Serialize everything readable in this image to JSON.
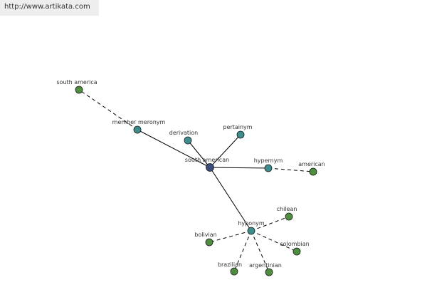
{
  "header": {
    "url": "http://www.artikata.com"
  },
  "colors": {
    "center": "#3d4b7a",
    "relation": "#3f8e8e",
    "word": "#4f8e3f",
    "edge": "#000000"
  },
  "nodes": {
    "south_american": {
      "label": "south american",
      "kind": "center"
    },
    "member_meronym": {
      "label": "member meronym",
      "kind": "relation"
    },
    "derivation": {
      "label": "derivation",
      "kind": "relation"
    },
    "pertainym": {
      "label": "pertainym",
      "kind": "relation"
    },
    "hypernym": {
      "label": "hypernym",
      "kind": "relation"
    },
    "hyponym": {
      "label": "hyponym",
      "kind": "relation"
    },
    "south_america": {
      "label": "south america",
      "kind": "word"
    },
    "american": {
      "label": "american",
      "kind": "word"
    },
    "chilean": {
      "label": "chilean",
      "kind": "word"
    },
    "bolivian": {
      "label": "bolivian",
      "kind": "word"
    },
    "colombian": {
      "label": "colombian",
      "kind": "word"
    },
    "brazilian": {
      "label": "brazilian",
      "kind": "word"
    },
    "argentinian": {
      "label": "argentinian",
      "kind": "word"
    }
  },
  "edges": [
    {
      "from": "south_american",
      "to": "member_meronym",
      "style": "solid"
    },
    {
      "from": "south_american",
      "to": "derivation",
      "style": "solid"
    },
    {
      "from": "south_american",
      "to": "pertainym",
      "style": "solid"
    },
    {
      "from": "south_american",
      "to": "hypernym",
      "style": "solid"
    },
    {
      "from": "south_american",
      "to": "hyponym",
      "style": "solid"
    },
    {
      "from": "member_meronym",
      "to": "south_america",
      "style": "dashed"
    },
    {
      "from": "hypernym",
      "to": "american",
      "style": "dashed"
    },
    {
      "from": "hyponym",
      "to": "chilean",
      "style": "dashed"
    },
    {
      "from": "hyponym",
      "to": "bolivian",
      "style": "dashed"
    },
    {
      "from": "hyponym",
      "to": "colombian",
      "style": "dashed"
    },
    {
      "from": "hyponym",
      "to": "brazilian",
      "style": "dashed"
    },
    {
      "from": "hyponym",
      "to": "argentinian",
      "style": "dashed"
    }
  ]
}
